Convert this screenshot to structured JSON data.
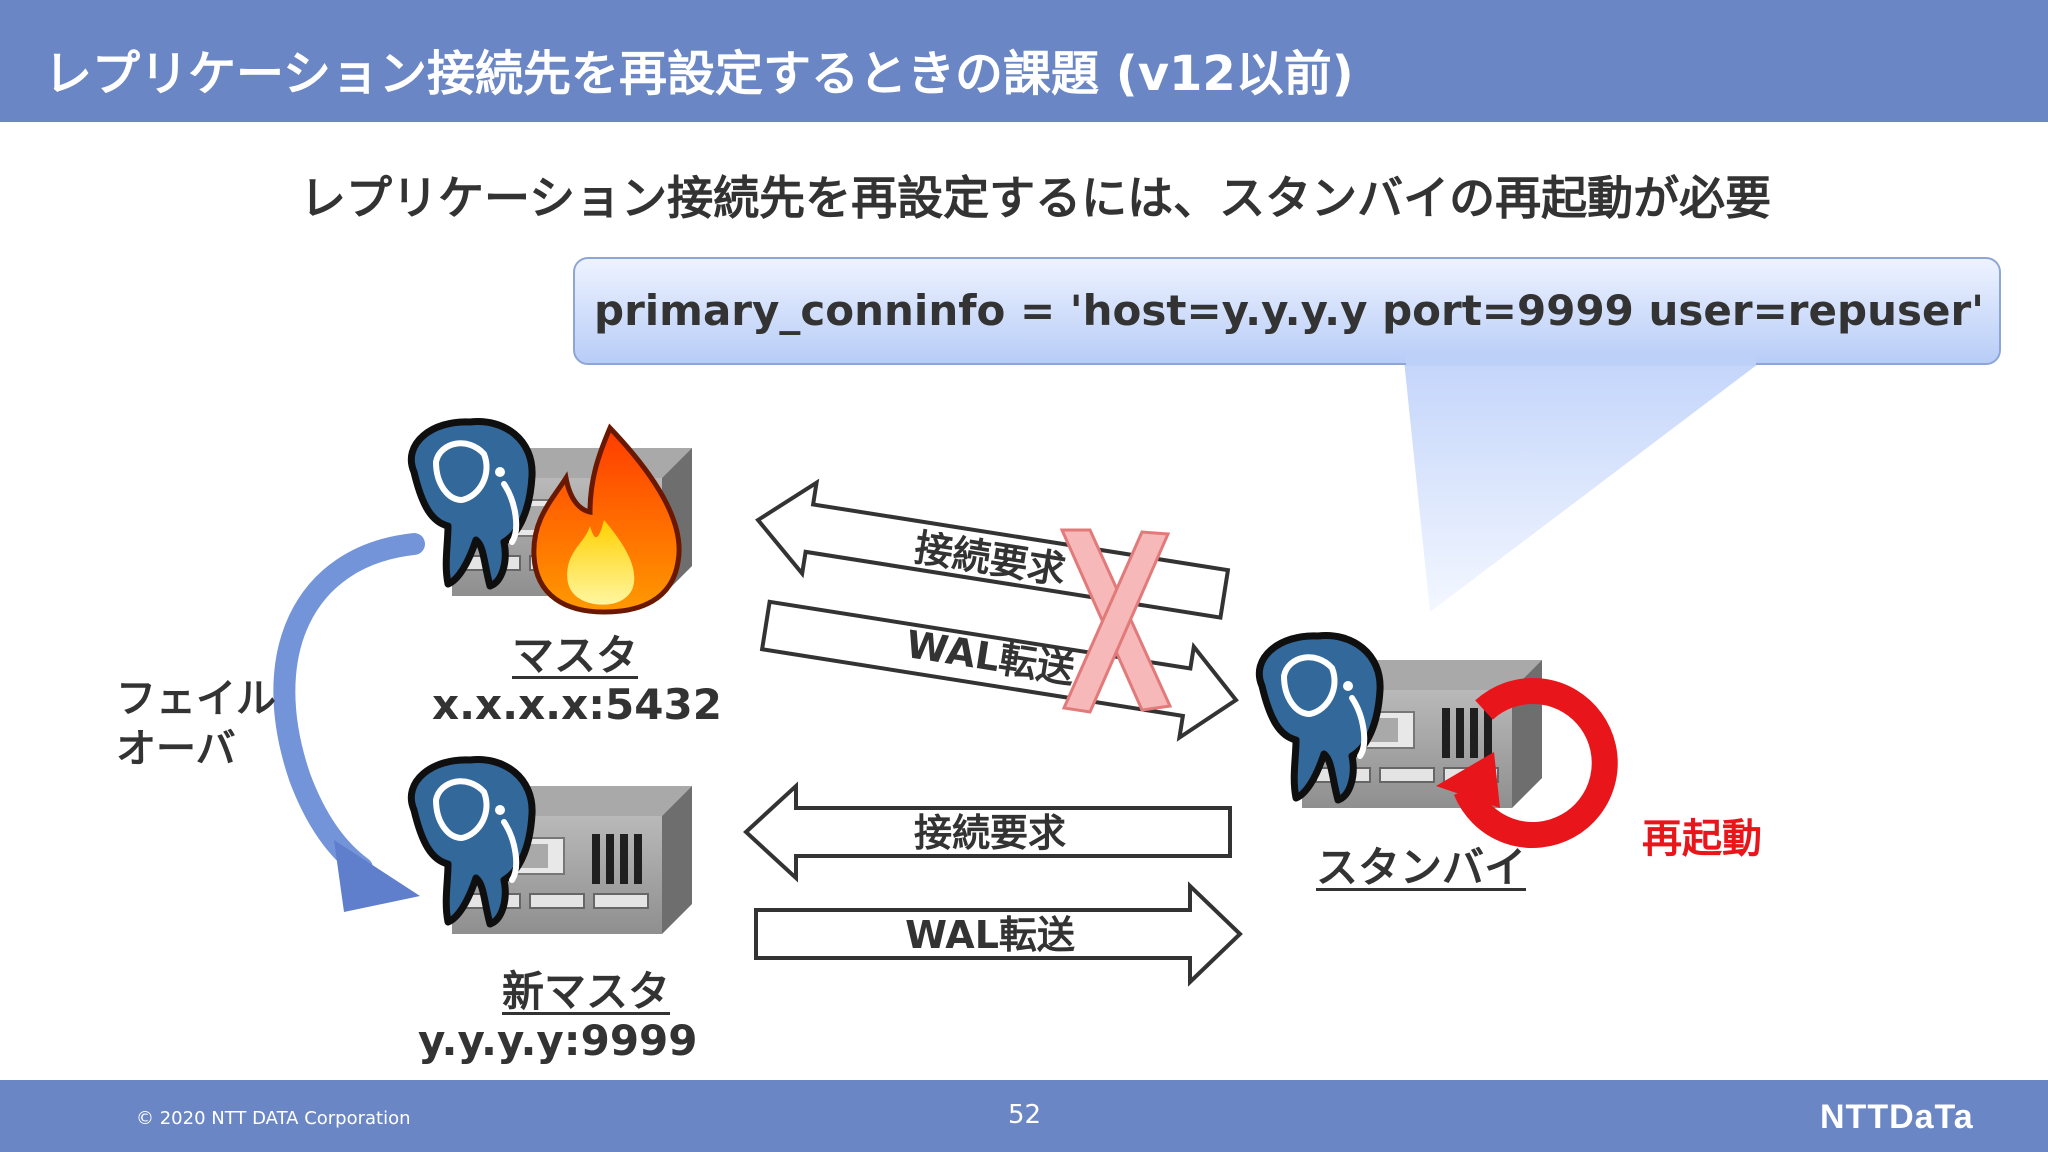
{
  "header": {
    "title": "レプリケーション接続先を再設定するときの課題 (v12以前)"
  },
  "subtitle": "レプリケーション接続先を再設定するには、スタンバイの再起動が必要",
  "callout": {
    "text": "primary_conninfo = 'host=y.y.y.y port=9999 user=repuser'"
  },
  "nodes": {
    "master": {
      "label": "マスタ",
      "address": "x.x.x.x:5432"
    },
    "new_master": {
      "label": "新マスタ",
      "address": "y.y.y.y:9999"
    },
    "standby": {
      "label": "スタンバイ"
    }
  },
  "failover_label": [
    "フェイル",
    "オーバ"
  ],
  "arrows": {
    "top_request": "接続要求",
    "top_wal": "WAL転送",
    "bottom_request": "接続要求",
    "bottom_wal": "WAL転送"
  },
  "restart_label": "再起動",
  "footer": {
    "copyright": "© 2020 NTT DATA Corporation",
    "page": "52",
    "logo": "NTTDaTa"
  },
  "colors": {
    "header": "#6b86c4",
    "restart": "#e8161a",
    "elephant": "#33689a",
    "callout": "#dbe6ff",
    "failover_arrow": "#6f8fd6"
  },
  "icons": [
    "postgresql-elephant-icon",
    "server-icon",
    "fire-icon",
    "cross-mark-icon",
    "restart-arrow-icon"
  ]
}
